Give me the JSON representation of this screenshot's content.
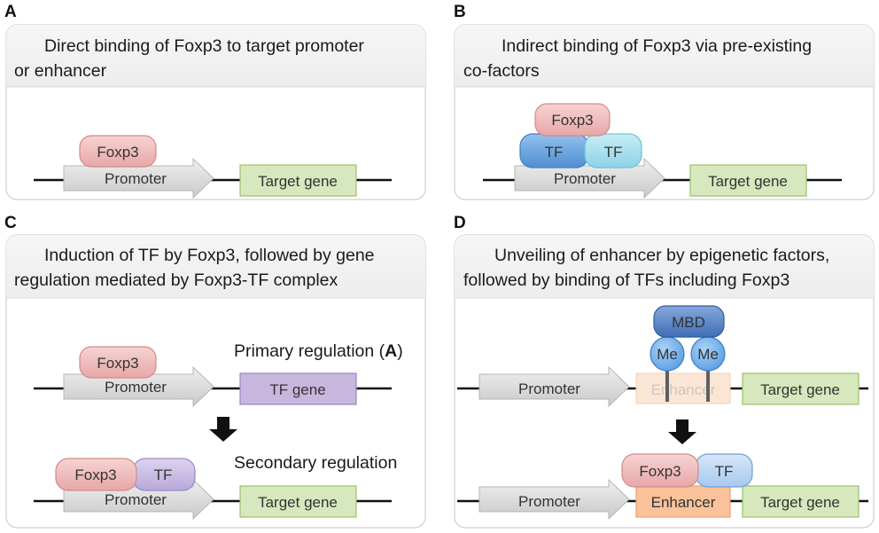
{
  "panels": [
    {
      "letter": "A",
      "header": [
        "Direct binding of Foxp3 to target promoter",
        "or enhancer"
      ],
      "foxp3": "Foxp3",
      "promoter": "Promoter",
      "target": "Target gene"
    },
    {
      "letter": "B",
      "header": [
        "Indirect binding of Foxp3 via pre-existing",
        "co-factors"
      ],
      "foxp3": "Foxp3",
      "tf1": "TF",
      "tf2": "TF",
      "promoter": "Promoter",
      "target": "Target gene"
    },
    {
      "letter": "C",
      "header": [
        "Induction of TF by Foxp3, followed by gene",
        "regulation mediated by Foxp3-TF complex"
      ],
      "foxp3_top": "Foxp3",
      "promoter_top": "Promoter",
      "tf_gene": "TF gene",
      "primary_prefix": "Primary regulation (",
      "primary_ref": "A",
      "primary_suffix": ")",
      "secondary": "Secondary regulation",
      "foxp3_bottom": "Foxp3",
      "tf_bottom": "TF",
      "promoter_bottom": "Promoter",
      "target": "Target gene"
    },
    {
      "letter": "D",
      "header": [
        "Unveiling of enhancer by epigenetic factors,",
        "followed by binding of TFs including Foxp3"
      ],
      "mbd": "MBD",
      "me1": "Me",
      "me2": "Me",
      "promoter_top": "Promoter",
      "enhancer_top": "Enhancer",
      "target_top": "Target gene",
      "foxp3": "Foxp3",
      "tf": "TF",
      "promoter_bottom": "Promoter",
      "enhancer_bottom": "Enhancer",
      "target_bottom": "Target gene"
    }
  ],
  "colors": {
    "foxp3_fill": "#f3c4c4",
    "foxp3_stroke": "#d98c8c",
    "promoter_fill": "#dcdcdc",
    "target_fill": "#d7e8be",
    "target_stroke": "#9cc06a",
    "tf_blue": "#6fa8e0",
    "tf_cyan": "#a9e0ee",
    "tf_purple_fill": "#cec3e6",
    "tf_gene_fill": "#c9b6de",
    "mbd_fill": "#5c87c8",
    "me_fill": "#78b5ec",
    "enhancer_faded": "#fbe6d6",
    "enhancer_fill": "#f9c29a"
  }
}
